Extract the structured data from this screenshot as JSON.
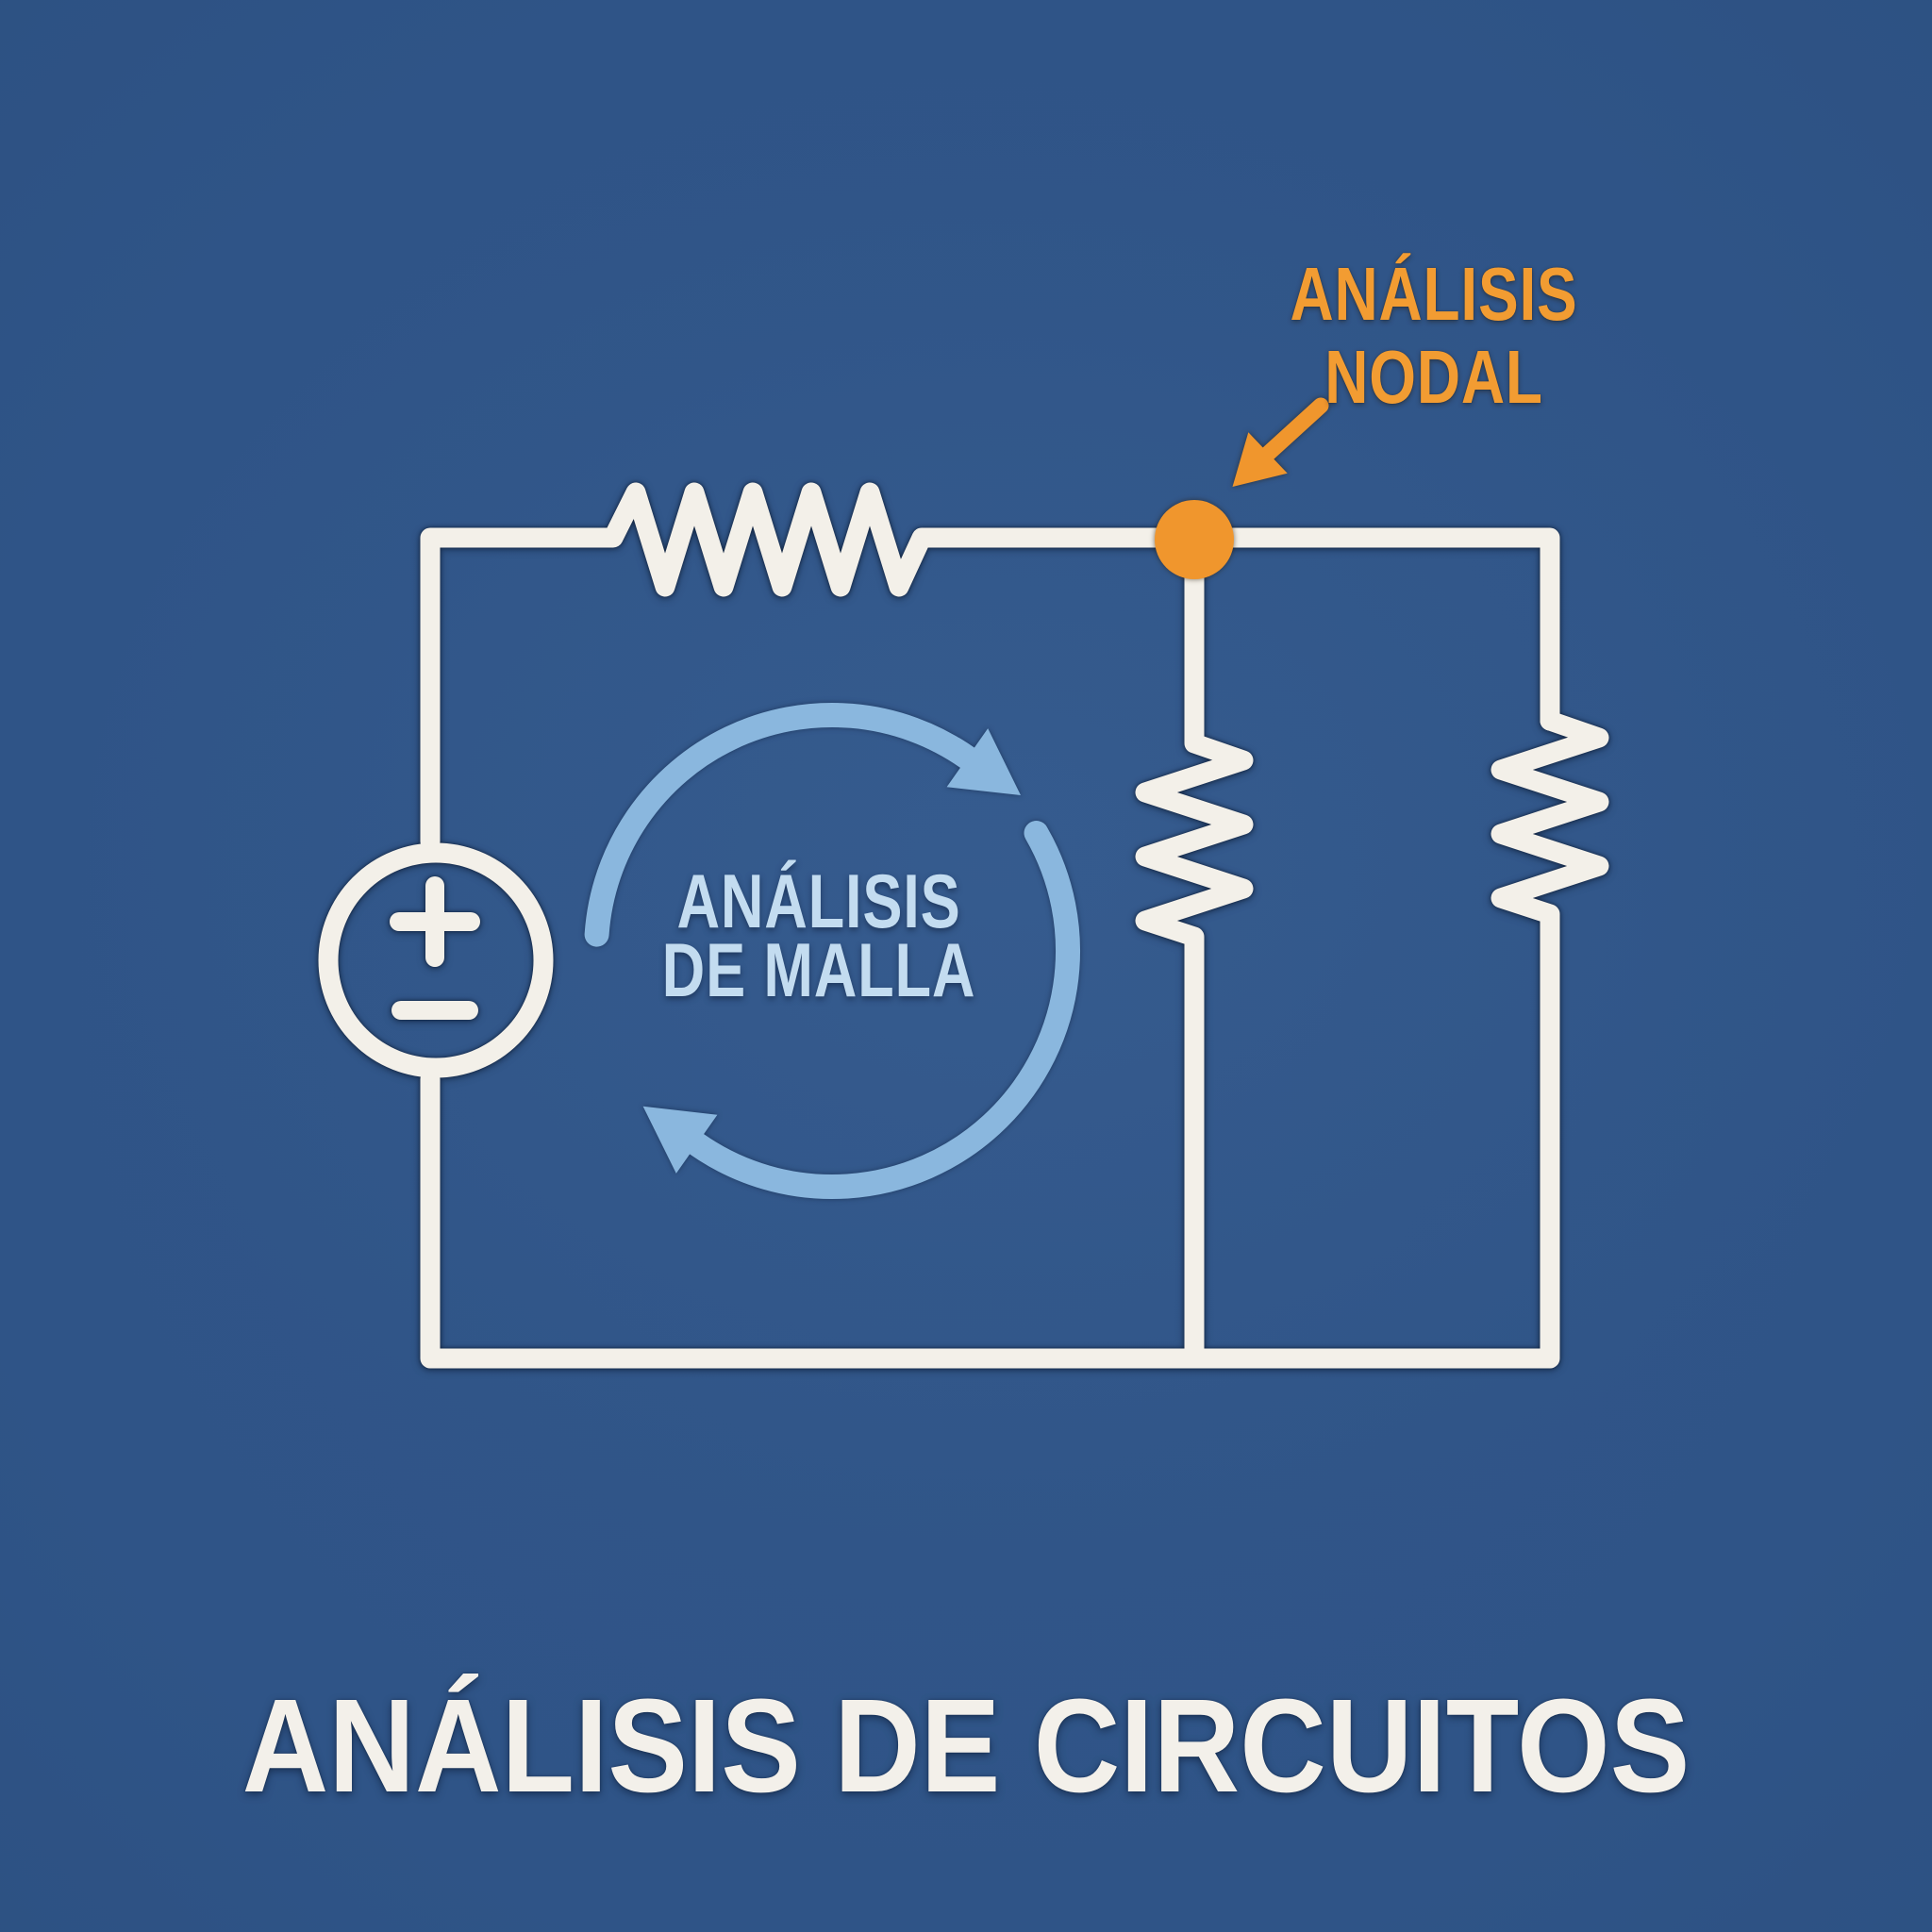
{
  "poster": {
    "title": "ANÁLISIS DE CIRCUITOS",
    "nodal_label": {
      "line1": "ANÁLISIS",
      "line2": "NODAL"
    },
    "mesh_label": {
      "line1": "ANÁLISIS",
      "line2": "DE MALLA"
    }
  },
  "colors": {
    "background": "#2f5487",
    "wire_white": "#f3f0e9",
    "accent_orange": "#f0962d",
    "label_orange": "#f29c32",
    "mesh_arrow_blue": "#8ab7de",
    "mesh_text_blue": "#c3dcf0",
    "title_white": "#f3f0ea"
  },
  "diagram": {
    "components": [
      {
        "name": "voltage-source",
        "symbol": "circle with plus and minus"
      },
      {
        "name": "resistor-top",
        "symbol": "horizontal zigzag"
      },
      {
        "name": "resistor-middle",
        "symbol": "vertical zigzag"
      },
      {
        "name": "resistor-right",
        "symbol": "vertical zigzag"
      },
      {
        "name": "node",
        "symbol": "orange dot at top junction"
      },
      {
        "name": "mesh-current-loop",
        "symbol": "clockwise circular arrows"
      }
    ]
  }
}
